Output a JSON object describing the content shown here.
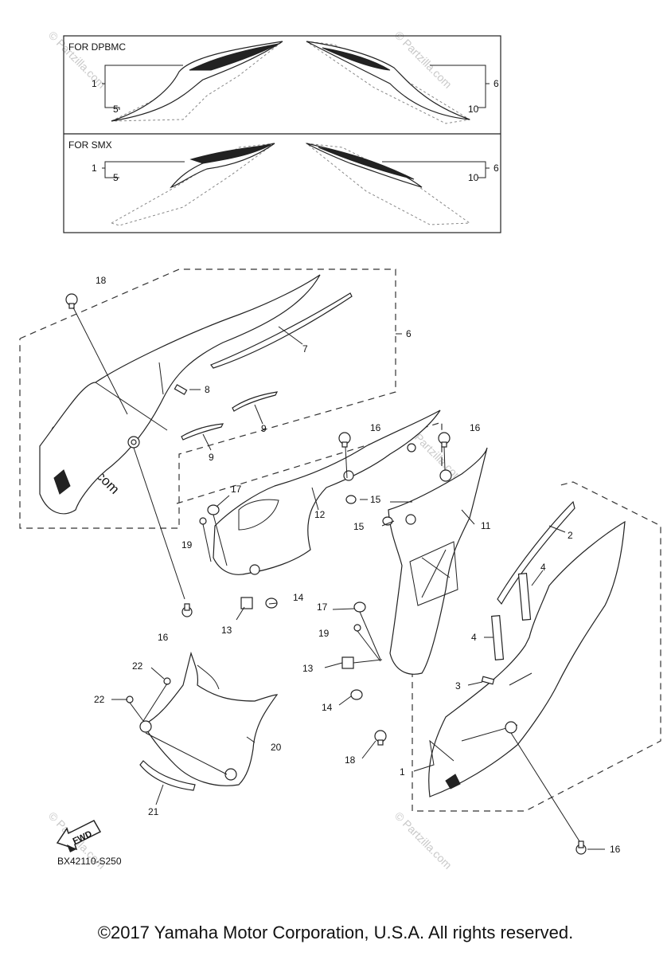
{
  "inset": {
    "dpbmc_label": "FOR DPBMC",
    "smx_label": "FOR SMX",
    "callouts_left": [
      "1",
      "5"
    ],
    "callouts_right": [
      "6",
      "10"
    ]
  },
  "callouts": {
    "n1": "1",
    "n2": "2",
    "n3": "3",
    "n4a": "4",
    "n4b": "4",
    "n6": "6",
    "n7": "7",
    "n8": "8",
    "n9a": "9",
    "n9b": "9",
    "n11": "11",
    "n12": "12",
    "n13a": "13",
    "n13b": "13",
    "n14a": "14",
    "n14b": "14",
    "n15a": "15",
    "n15b": "15",
    "n16a": "16",
    "n16b": "16",
    "n16c": "16",
    "n16d": "16",
    "n17a": "17",
    "n17b": "17",
    "n18a": "18",
    "n18b": "18",
    "n19a": "19",
    "n19b": "19",
    "n20": "20",
    "n21": "21",
    "n22a": "22",
    "n22b": "22"
  },
  "fwd_label": "FWD",
  "diagram_code": "BX42110-S250",
  "watermark": "© Partzilla.com",
  "copyright": "©2017 Yamaha Motor Corporation, U.S.A. All rights reserved."
}
